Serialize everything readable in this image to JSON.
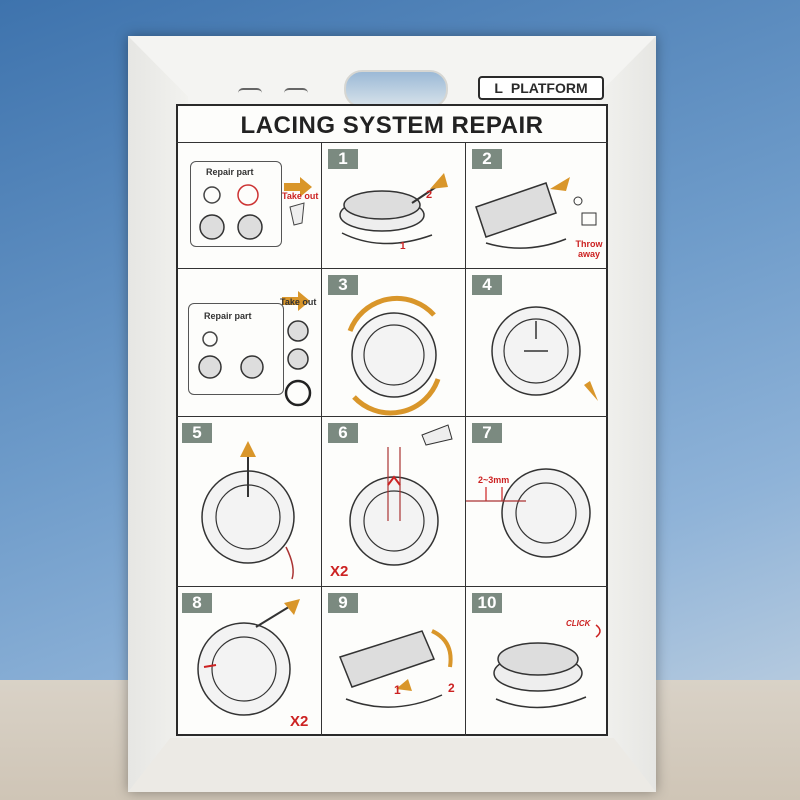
{
  "platform_label": {
    "letter": "L",
    "text": "PLATFORM"
  },
  "title": "LACING SYSTEM REPAIR",
  "row1": {
    "repair_part": "Repair part",
    "take_out": "Take out"
  },
  "row2": {
    "repair_part": "Repair part",
    "take_out": "Take out"
  },
  "steps": [
    "1",
    "2",
    "3",
    "4",
    "5",
    "6",
    "7",
    "8",
    "9",
    "10"
  ],
  "step1": {
    "arrow_label": "2",
    "arrow_label_2": "1"
  },
  "step2": {
    "throw_away": "Throw away"
  },
  "step6": {
    "multiplier": "X2"
  },
  "step7": {
    "gap": "2~3mm"
  },
  "step8": {
    "multiplier": "X2"
  },
  "step9": {
    "label_1": "1",
    "label_2": "2"
  },
  "step10": {
    "click": "CLICK"
  },
  "colors": {
    "accent_arrow": "#d9962a",
    "label_red": "#c22222",
    "step_badge": "#7b8a80"
  }
}
